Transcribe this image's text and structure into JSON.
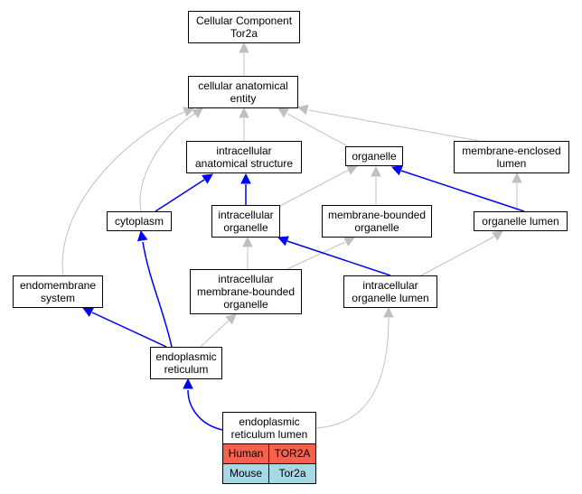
{
  "colors": {
    "is_a_edge": "#c0c0c0",
    "part_of_edge": "#0000ff",
    "human_cell": "#f5614c",
    "mouse_cell": "#a6d8e6"
  },
  "nodes": {
    "root": {
      "line1": "Cellular Component",
      "line2": "Tor2a"
    },
    "cellular_anatomical_entity": {
      "line1": "cellular anatomical",
      "line2": "entity"
    },
    "intracellular_anatomical_structure": {
      "line1": "intracellular",
      "line2": "anatomical structure"
    },
    "organelle": {
      "line1": "organelle"
    },
    "membrane_enclosed_lumen": {
      "line1": "membrane-enclosed",
      "line2": "lumen"
    },
    "cytoplasm": {
      "line1": "cytoplasm"
    },
    "intracellular_organelle": {
      "line1": "intracellular",
      "line2": "organelle"
    },
    "membrane_bounded_organelle": {
      "line1": "membrane-bounded",
      "line2": "organelle"
    },
    "organelle_lumen": {
      "line1": "organelle lumen"
    },
    "endomembrane_system": {
      "line1": "endomembrane",
      "line2": "system"
    },
    "intracellular_membrane_bounded_organelle": {
      "line1": "intracellular",
      "line2": "membrane-bounded",
      "line3": "organelle"
    },
    "intracellular_organelle_lumen": {
      "line1": "intracellular",
      "line2": "organelle lumen"
    },
    "endoplasmic_reticulum": {
      "line1": "endoplasmic",
      "line2": "reticulum"
    },
    "er_lumen": {
      "line1": "endoplasmic",
      "line2": "reticulum lumen"
    }
  },
  "orthologs": {
    "human": {
      "species": "Human",
      "gene": "TOR2A"
    },
    "mouse": {
      "species": "Mouse",
      "gene": "Tor2a"
    }
  }
}
